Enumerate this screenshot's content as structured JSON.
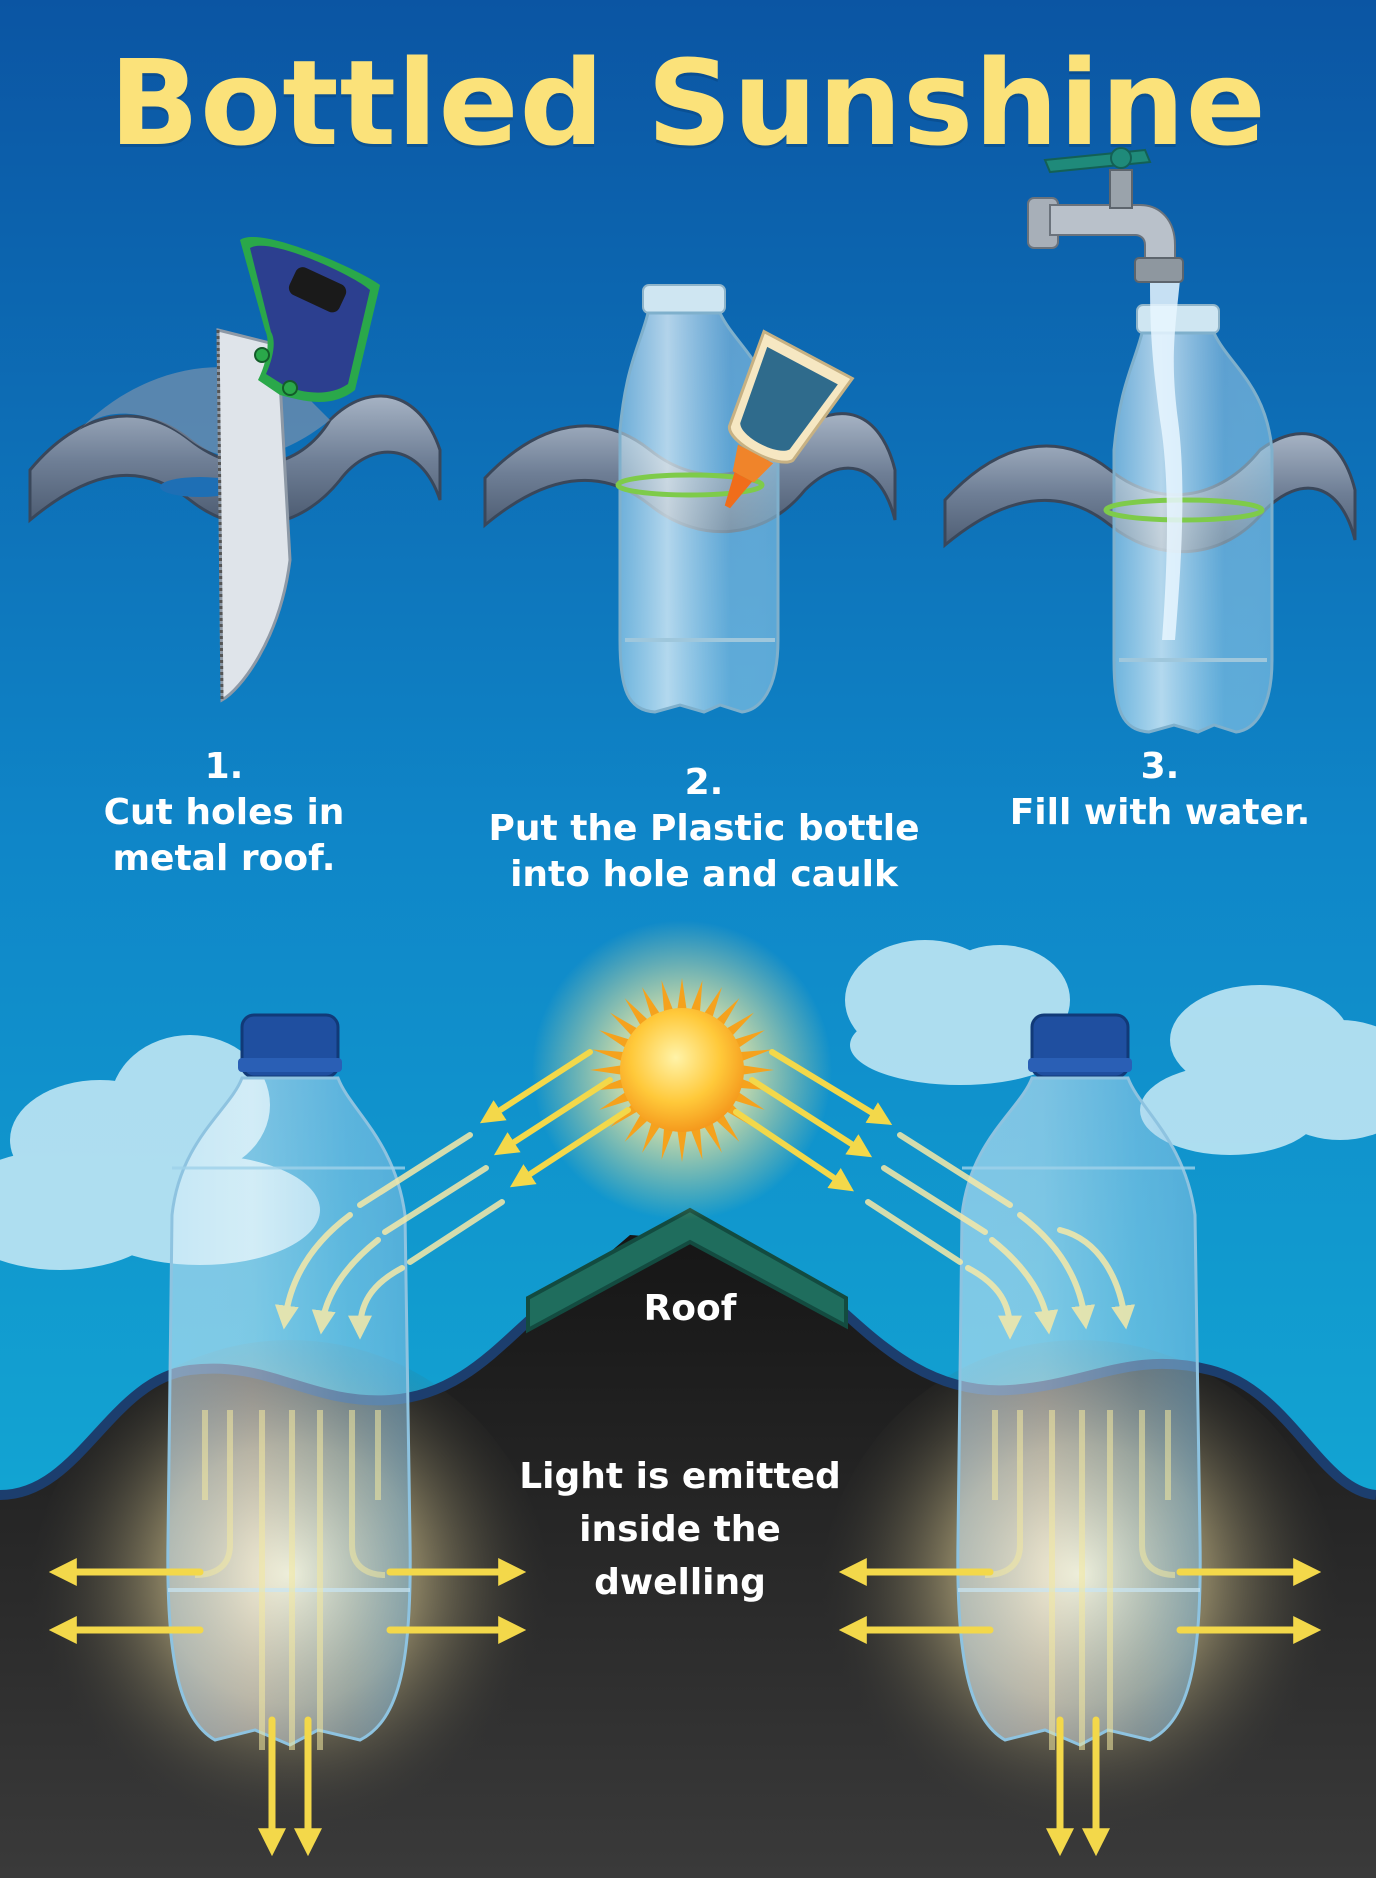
{
  "title": "Bottled Sunshine",
  "steps": [
    {
      "number": "1.",
      "lines": [
        "Cut holes in",
        "metal roof."
      ]
    },
    {
      "number": "2.",
      "lines": [
        "Put the Plastic bottle",
        "into hole and caulk"
      ]
    },
    {
      "number": "3.",
      "lines": [
        "Fill with water."
      ]
    }
  ],
  "labels": {
    "roof": "Roof",
    "light": [
      "Light is emitted",
      "inside the",
      "dwelling"
    ]
  },
  "colors": {
    "title": "#fbe27a",
    "sky_top": "#0b5fa8",
    "sky_bottom": "#12b6d6",
    "dark_interior": "#1b1b1b",
    "roof_ridge": "#1e6b5a",
    "light_arrow": "#f3d84a",
    "metal_sheet": "#7f8ea3",
    "saw_handle": "#2c3f8f",
    "saw_handle_trim": "#2aa84a",
    "caulk_tube": "#2f6b8c",
    "caulk_nozzle": "#f0842a",
    "bottle_cap": "#1f4fa0",
    "caulk_ring": "#7ecb4a"
  },
  "icons": [
    "hand-saw-icon",
    "caulk-tube-icon",
    "water-faucet-icon",
    "sun-icon",
    "plastic-bottle-icon",
    "cloud-icon",
    "light-ray-arrow-icon"
  ]
}
